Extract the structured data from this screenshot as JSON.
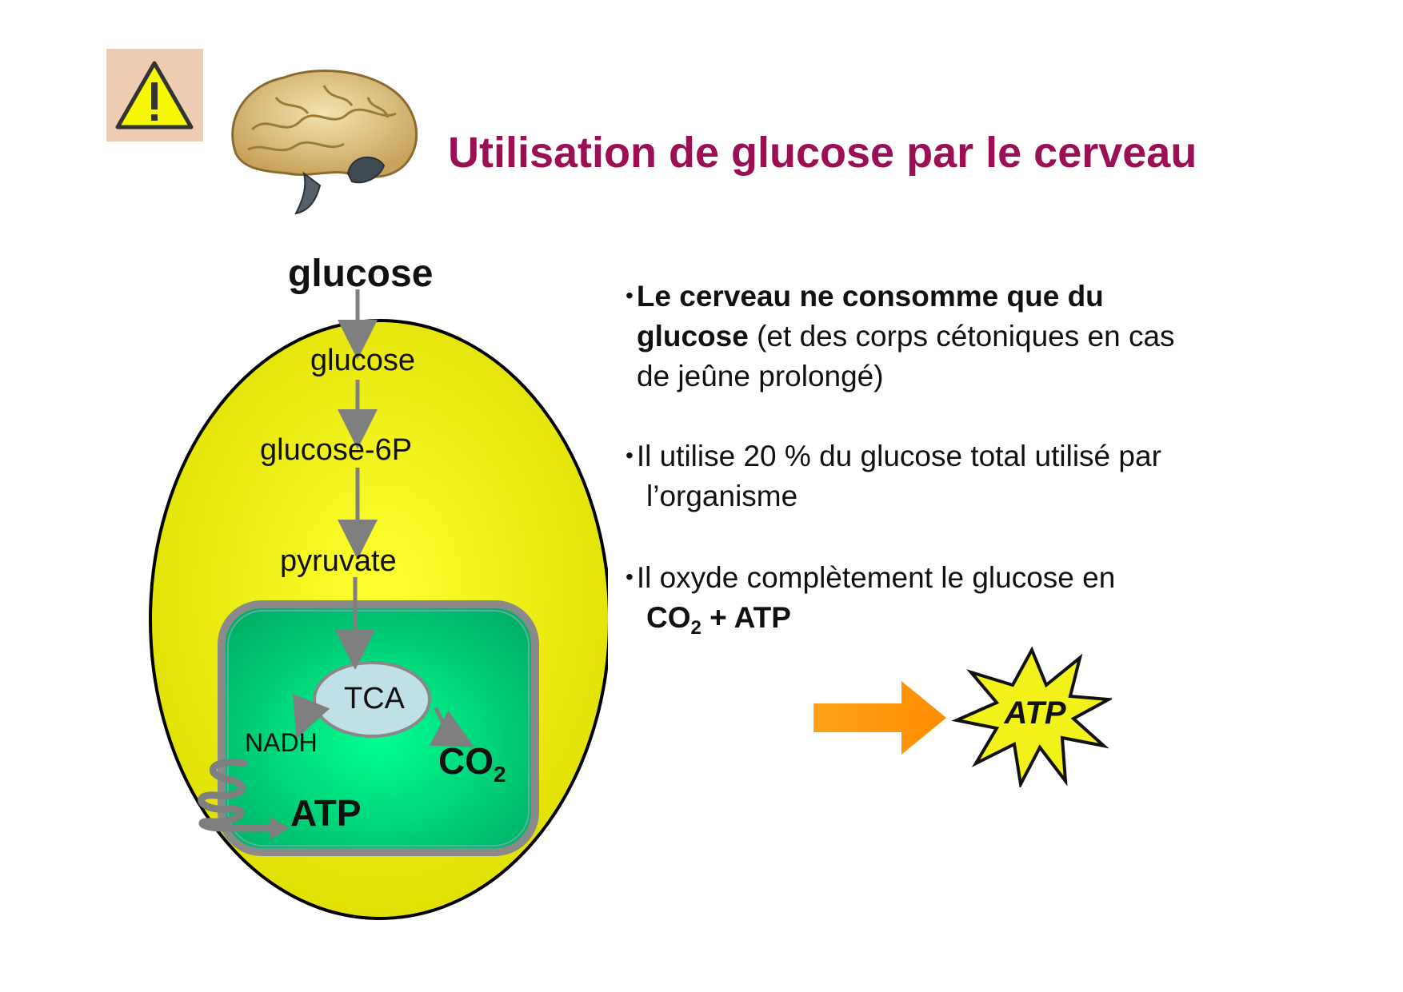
{
  "title": "Utilisation de glucose par le cerveau",
  "icons": {
    "warning": "warning-triangle-icon",
    "brain": "brain-illustration"
  },
  "colors": {
    "title": "#9b0f55",
    "cell": "#e6e600",
    "mitochondrion": "#00d47a",
    "tca": "#bfe0e6",
    "arrow": "#7f7f7f",
    "big_arrow": "#ff9900",
    "star": "#f2f21a",
    "warning_bg": "#f0cdb2"
  },
  "diagram": {
    "glucose_outside": "glucose",
    "glucose_inside": "glucose",
    "glucose_6p": "glucose-6P",
    "pyruvate": "pyruvate",
    "tca": "TCA",
    "nadh": "NADH",
    "co2_main": "CO",
    "co2_sub": "2",
    "atp": "ATP"
  },
  "bullets": {
    "b1": {
      "bold_line1": "Le cerveau ne consomme que du",
      "bold_line2": "glucose",
      "rest_line2": " (et des corps cétoniques en cas",
      "line3": "de jeûne prolongé)"
    },
    "b2": {
      "line1": "Il utilise 20 % du glucose total utilisé par",
      "line2": "l’organisme"
    },
    "b3": {
      "line1": "Il oxyde complètement le glucose en",
      "formula_co": "CO",
      "formula_sub": "2",
      "formula_rest": " + ATP"
    }
  },
  "atp_badge": "ATP"
}
